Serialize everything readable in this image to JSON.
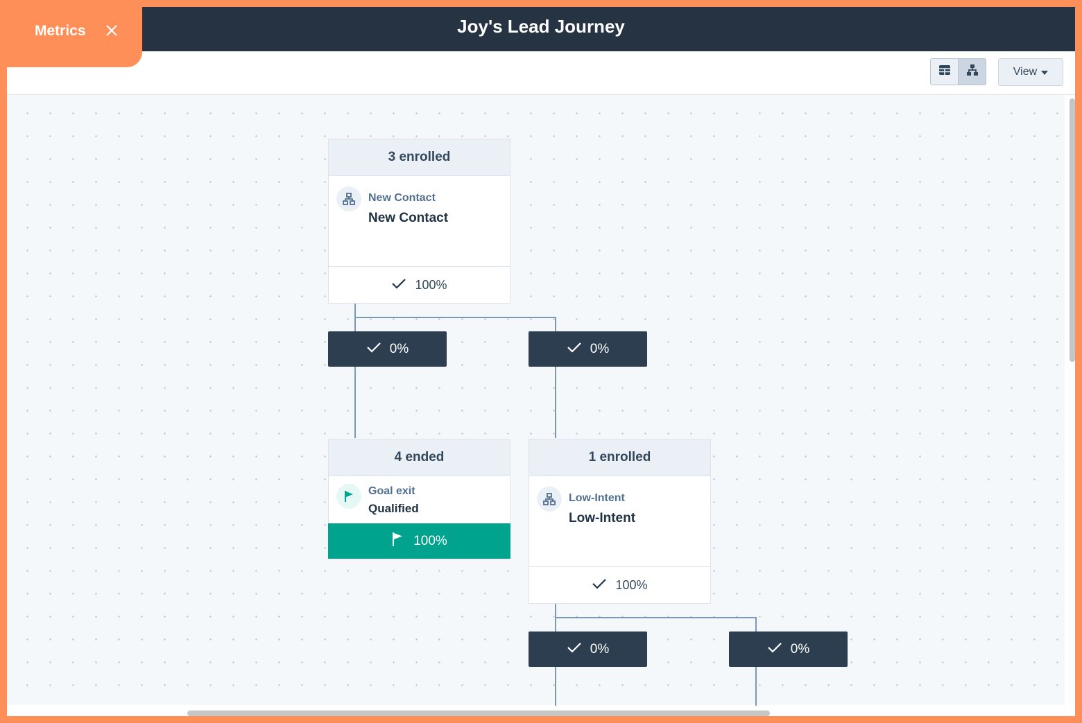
{
  "header": {
    "title": "Joy's Lead Journey",
    "metrics_tab_label": "Metrics"
  },
  "toolbar": {
    "view_label": "View"
  },
  "colors": {
    "accent_orange": "#ff8f59",
    "header_navy": "#253342",
    "box_navy": "#2d3e50",
    "goal_teal": "#00a38d"
  },
  "nodes": {
    "new_contact": {
      "header": "3 enrolled",
      "icon": "branch-icon",
      "subtitle": "New Contact",
      "title": "New Contact",
      "footer": "100%"
    },
    "goal_exit": {
      "header": "4 ended",
      "icon": "flag-icon",
      "subtitle": "Goal exit",
      "title": "Qualified",
      "footer": "100%"
    },
    "low_intent": {
      "header": "1 enrolled",
      "icon": "branch-icon",
      "subtitle": "Low-Intent",
      "title": "Low-Intent",
      "footer": "100%"
    }
  },
  "branches": {
    "nc_left": "0%",
    "nc_right": "0%",
    "li_left": "0%",
    "li_right": "0%"
  }
}
